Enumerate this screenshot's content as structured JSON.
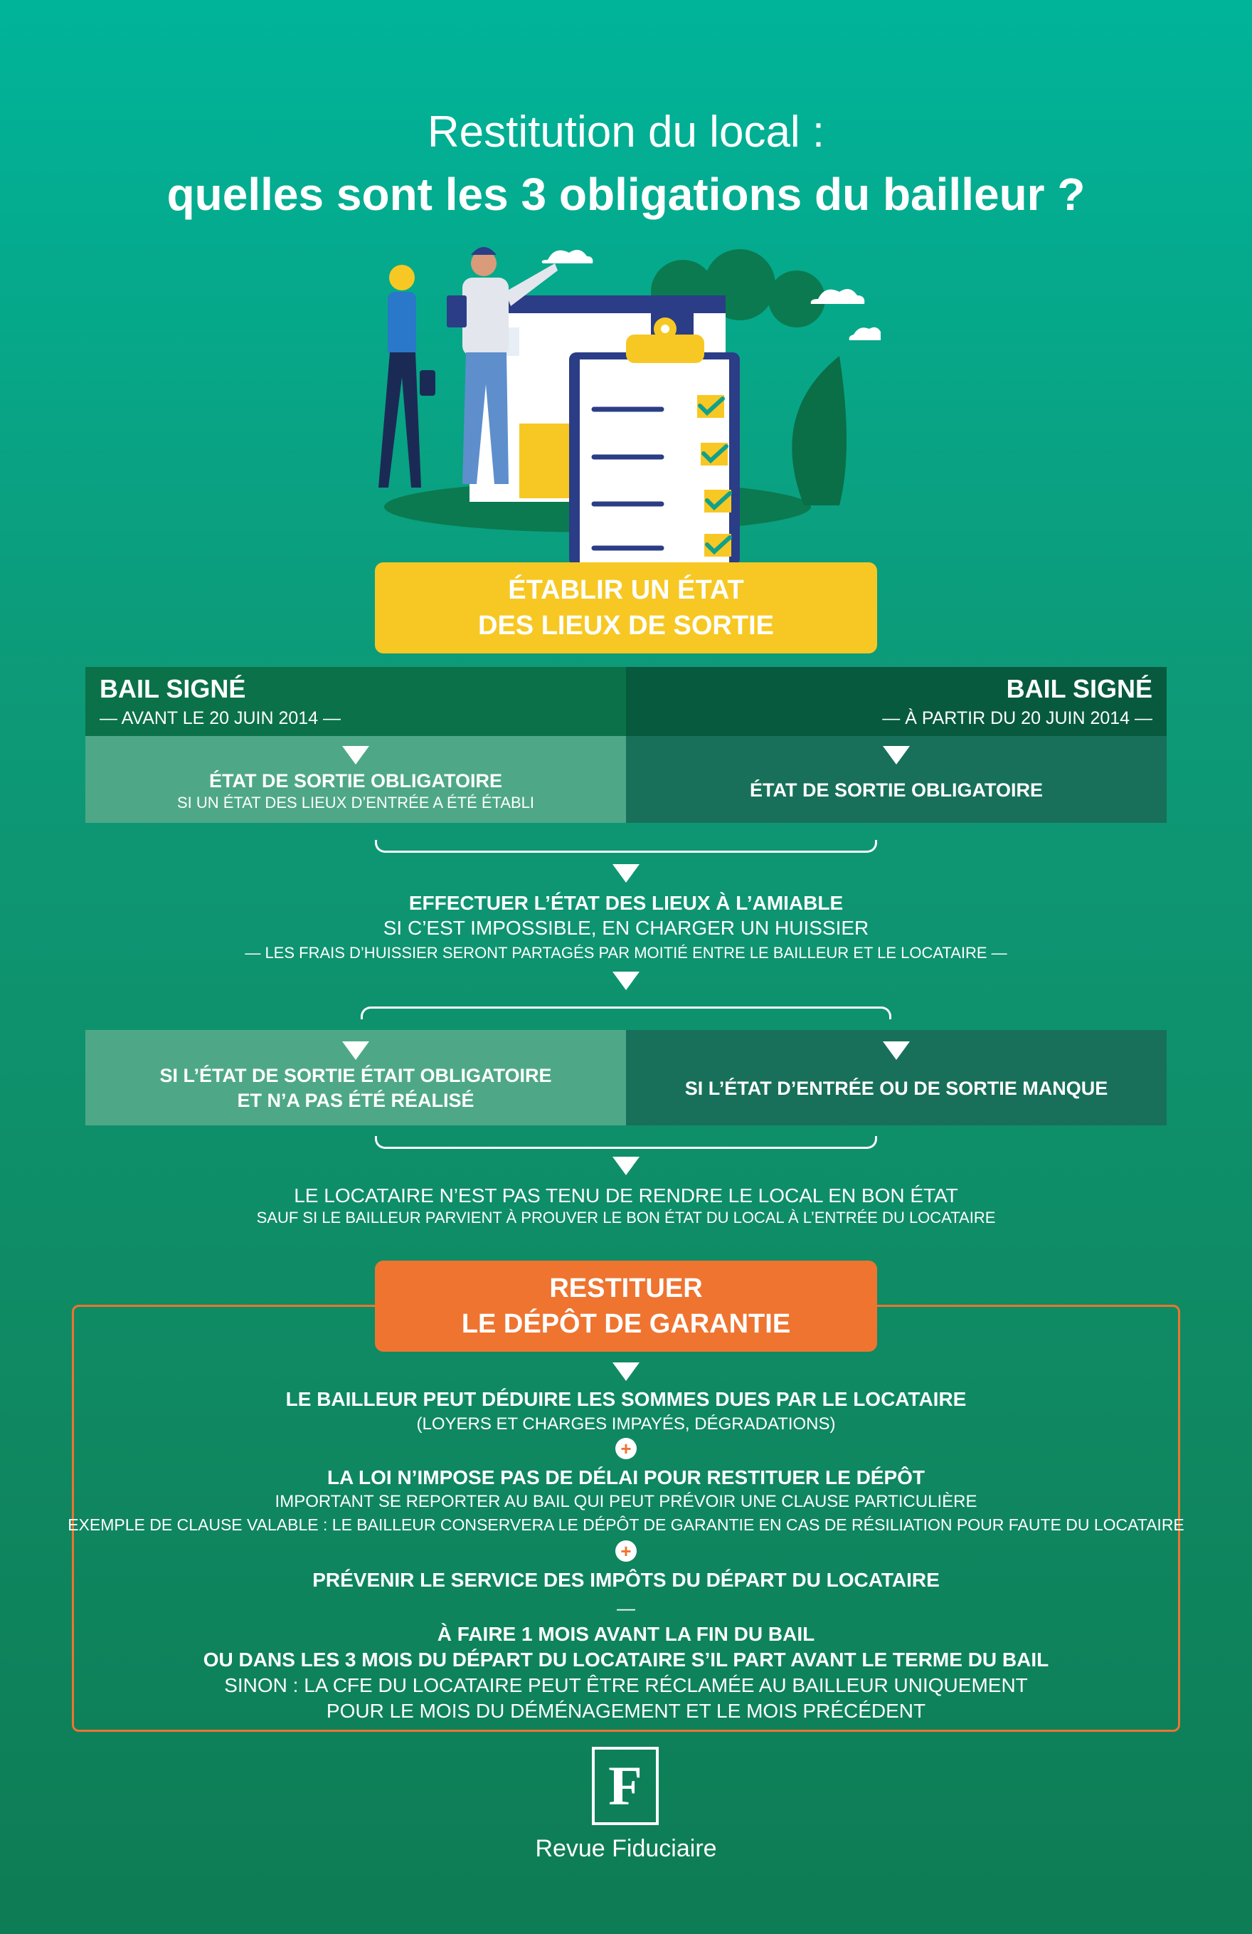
{
  "title": {
    "line1": "Restitution du local :",
    "line2": "quelles sont les 3 obligations du bailleur ?"
  },
  "section1": {
    "badge_line1": "ÉTABLIR UN ÉTAT",
    "badge_line2": "DES LIEUX DE SORTIE",
    "left": {
      "head": "BAIL SIGNÉ",
      "sub": "— AVANT LE 20 JUIN 2014 —",
      "cell_bold": "ÉTAT DE SORTIE OBLIGATOIRE",
      "cell_small": "SI UN ÉTAT DES LIEUX D’ENTRÉE A ÉTÉ ÉTABLI"
    },
    "right": {
      "head": "BAIL SIGNÉ",
      "sub": "— À PARTIR DU 20 JUIN 2014 —",
      "cell_bold": "ÉTAT DE SORTIE OBLIGATOIRE"
    },
    "amiable_bold": "EFFECTUER L’ÉTAT DES LIEUX À L’AMIABLE",
    "amiable_line2": "SI C’EST IMPOSSIBLE, EN CHARGER UN HUISSIER",
    "amiable_line3": "— LES FRAIS D’HUISSIER SERONT PARTAGÉS PAR MOITIÉ ENTRE LE BAILLEUR ET LE LOCATAIRE —",
    "case_left_line1": "SI L’ÉTAT DE SORTIE ÉTAIT OBLIGATOIRE",
    "case_left_line2": "ET N’A PAS ÉTÉ RÉALISÉ",
    "case_right": "SI L’ÉTAT D’ENTRÉE OU DE SORTIE MANQUE",
    "result_line1": "LE LOCATAIRE N’EST PAS TENU DE RENDRE LE LOCAL EN BON ÉTAT",
    "result_line2": "SAUF SI LE BAILLEUR PARVIENT À PROUVER LE BON ÉTAT DU LOCAL À L’ENTRÉE DU LOCATAIRE"
  },
  "section2": {
    "badge_line1": "RESTITUER",
    "badge_line2": "LE DÉPÔT DE GARANTIE",
    "item1_bold": "LE BAILLEUR PEUT DÉDUIRE LES SOMMES DUES PAR LE LOCATAIRE",
    "item1_small": "(LOYERS ET CHARGES IMPAYÉS, DÉGRADATIONS)",
    "plus": "+",
    "item2_bold": "LA LOI N’IMPOSE PAS DE DÉLAI POUR RESTITUER LE DÉPÔT",
    "item2_line2": "IMPORTANT SE REPORTER AU BAIL QUI PEUT PRÉVOIR UNE CLAUSE PARTICULIÈRE",
    "item2_line3": "EXEMPLE DE CLAUSE VALABLE : LE BAILLEUR CONSERVERA LE DÉPÔT DE GARANTIE EN CAS DE RÉSILIATION POUR FAUTE DU LOCATAIRE",
    "item3_bold": "PRÉVENIR LE SERVICE DES IMPÔTS DU DÉPART DU LOCATAIRE",
    "dash": "—",
    "item3_b2": "À FAIRE 1 MOIS AVANT LA FIN DU BAIL",
    "item3_b3": "OU DANS LES 3 MOIS DU DÉPART DU LOCATAIRE S’IL PART AVANT LE TERME DU BAIL",
    "item3_l4": "SINON : LA CFE DU LOCATAIRE PEUT ÊTRE RÉCLAMÉE AU BAILLEUR UNIQUEMENT",
    "item3_l5": "POUR LE MOIS DU DÉMÉNAGEMENT ET LE MOIS PRÉCÉDENT"
  },
  "logo": {
    "mark": "F",
    "text": "Revue Fiduciaire"
  },
  "colors": {
    "yellow": "#f7c823",
    "orange": "#ee7430",
    "dark_green": "#075a3e",
    "mid_green": "#0a7149",
    "light_teal": "#4ea887",
    "dark_teal": "#18705a"
  }
}
